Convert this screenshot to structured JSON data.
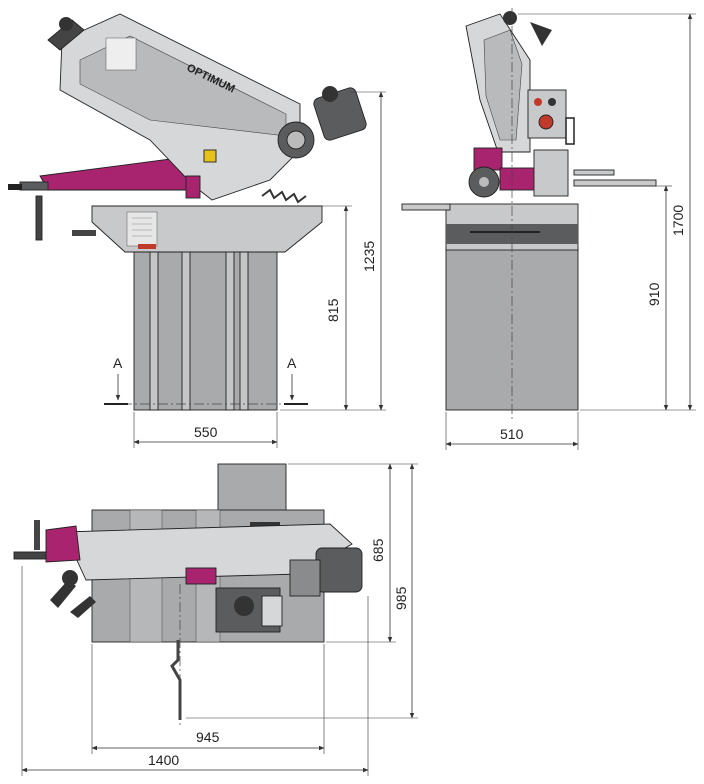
{
  "drawing": {
    "brand_label": "OPTIMUM",
    "section_marker": "A",
    "dimensions": {
      "front_base_width": "550",
      "front_table_height": "815",
      "front_total_height": "1235",
      "side_base_width": "510",
      "side_table_height": "910",
      "side_total_height": "1700",
      "top_depth_small": "685",
      "top_depth_large": "985",
      "top_width_small": "945",
      "top_width_large": "1400"
    },
    "colors": {
      "machine_gray": "#a9aaac",
      "machine_light": "#d6d7d9",
      "machine_dark": "#5b5c5e",
      "accent_magenta": "#a8246f",
      "accent_yellow": "#e8c11a",
      "accent_red": "#c0392b"
    }
  }
}
